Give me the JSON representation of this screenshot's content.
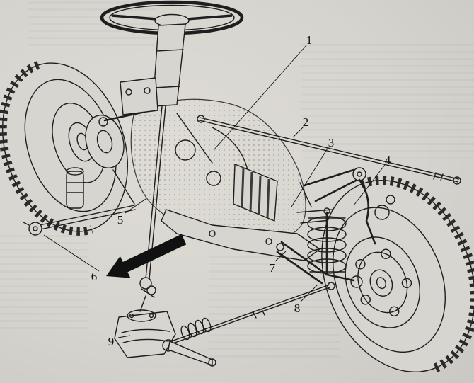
{
  "figure": {
    "type": "technical-illustration",
    "subject": "Front suspension and steering assembly diagram",
    "callouts": [
      {
        "label": "1"
      },
      {
        "label": "2"
      },
      {
        "label": "3"
      },
      {
        "label": "4"
      },
      {
        "label": "5"
      },
      {
        "label": "6"
      },
      {
        "label": "7"
      },
      {
        "label": "8"
      },
      {
        "label": "9"
      }
    ],
    "colors": {
      "paper": "#d7d5cf",
      "ink": "#1e1e1e",
      "arrow": "#111111",
      "tread": "#2a2a2a"
    }
  }
}
